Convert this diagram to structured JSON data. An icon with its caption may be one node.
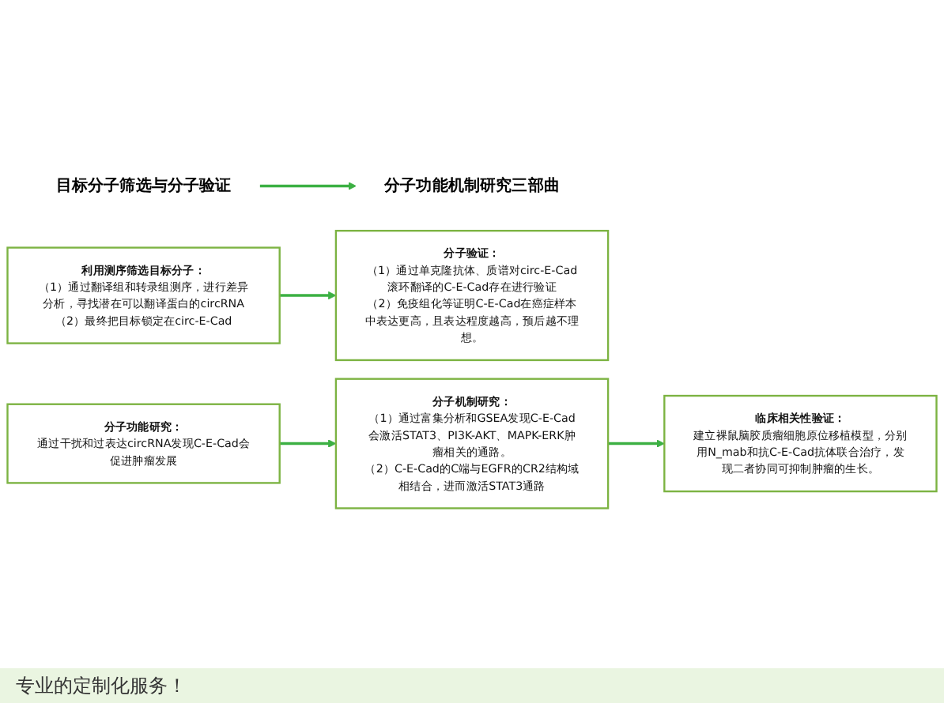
{
  "diagram": {
    "nodes": [
      {
        "text": [
          "目标分子筛选与分子验证"
        ]
      },
      {
        "text": [
          "分子功能机制研究三部曲"
        ]
      },
      {
        "text": [
          "利用测序筛选目标分子：",
          "（1）通过翻译组和转录组测序，进行差异分析，寻找潜在可以翻译蛋白的circRNA",
          "（2）最终把目标锁定在circ-E-Cad"
        ]
      },
      {
        "text": [
          "分子验证：",
          "（1）通过单克隆抗体、质谱对circ-E-Cad滚环翻译的C-E-Cad存在进行验证",
          "（2）免疫组化等证明C-E-Cad在癌症样本中表达更高，且表达程度越高，预后越不理想。"
        ]
      },
      {
        "text": [
          "分子功能研究：",
          "通过干扰和过表达circRNA发现C-E-Cad会促进肿瘤发展"
        ]
      },
      {
        "text": [
          "分子机制研究：",
          "（1）通过富集分析和GSEA发现C-E-Cad会激活STAT3、PI3K-AKT、MAPK-ERK肿瘤相关的通路。",
          "（2）C-E-Cad的C端与EGFR的CR2结构域相结合，进而激活STAT3通路"
        ]
      },
      {
        "text": [
          "临床相关性验证：",
          "建立裸鼠脑胶质瘤细胞原位移植模型，分别用N_mab和抗C-E-Cad抗体联合治疗，发现二者协同可抑制肿瘤的生长。"
        ]
      }
    ],
    "edges": [
      {
        "from": 0,
        "to": 1,
        "arrow": "to"
      },
      {
        "from": 2,
        "to": 3,
        "arrow": "to"
      },
      {
        "from": 4,
        "to": 5,
        "arrow": "to"
      },
      {
        "from": 5,
        "to": 6,
        "arrow": "to"
      }
    ],
    "labels": [
      "专业的定制化服务！"
    ]
  }
}
